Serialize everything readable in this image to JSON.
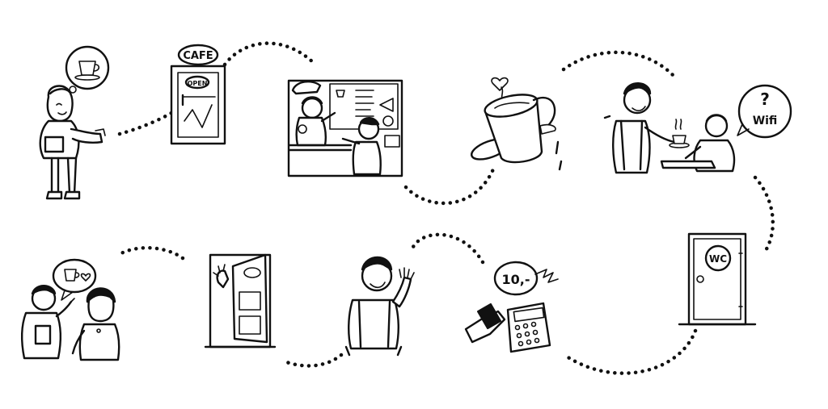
{
  "signs": {
    "cafe": "CAFE",
    "open": "OPEN",
    "wifi": "Wifi",
    "wifi_question": "?",
    "price": "10,-",
    "wc": "WC"
  },
  "journey_steps": [
    "customer-thinking-of-coffee",
    "cafe-entrance-door",
    "ordering-at-counter",
    "coffee-cup",
    "waiter-serving-with-wifi",
    "toilet-door",
    "payment-terminal",
    "waiter-waving-goodbye",
    "open-door-leaving",
    "telling-friend-about-coffee"
  ],
  "colors": {
    "ink": "#111111",
    "paper": "#ffffff"
  }
}
